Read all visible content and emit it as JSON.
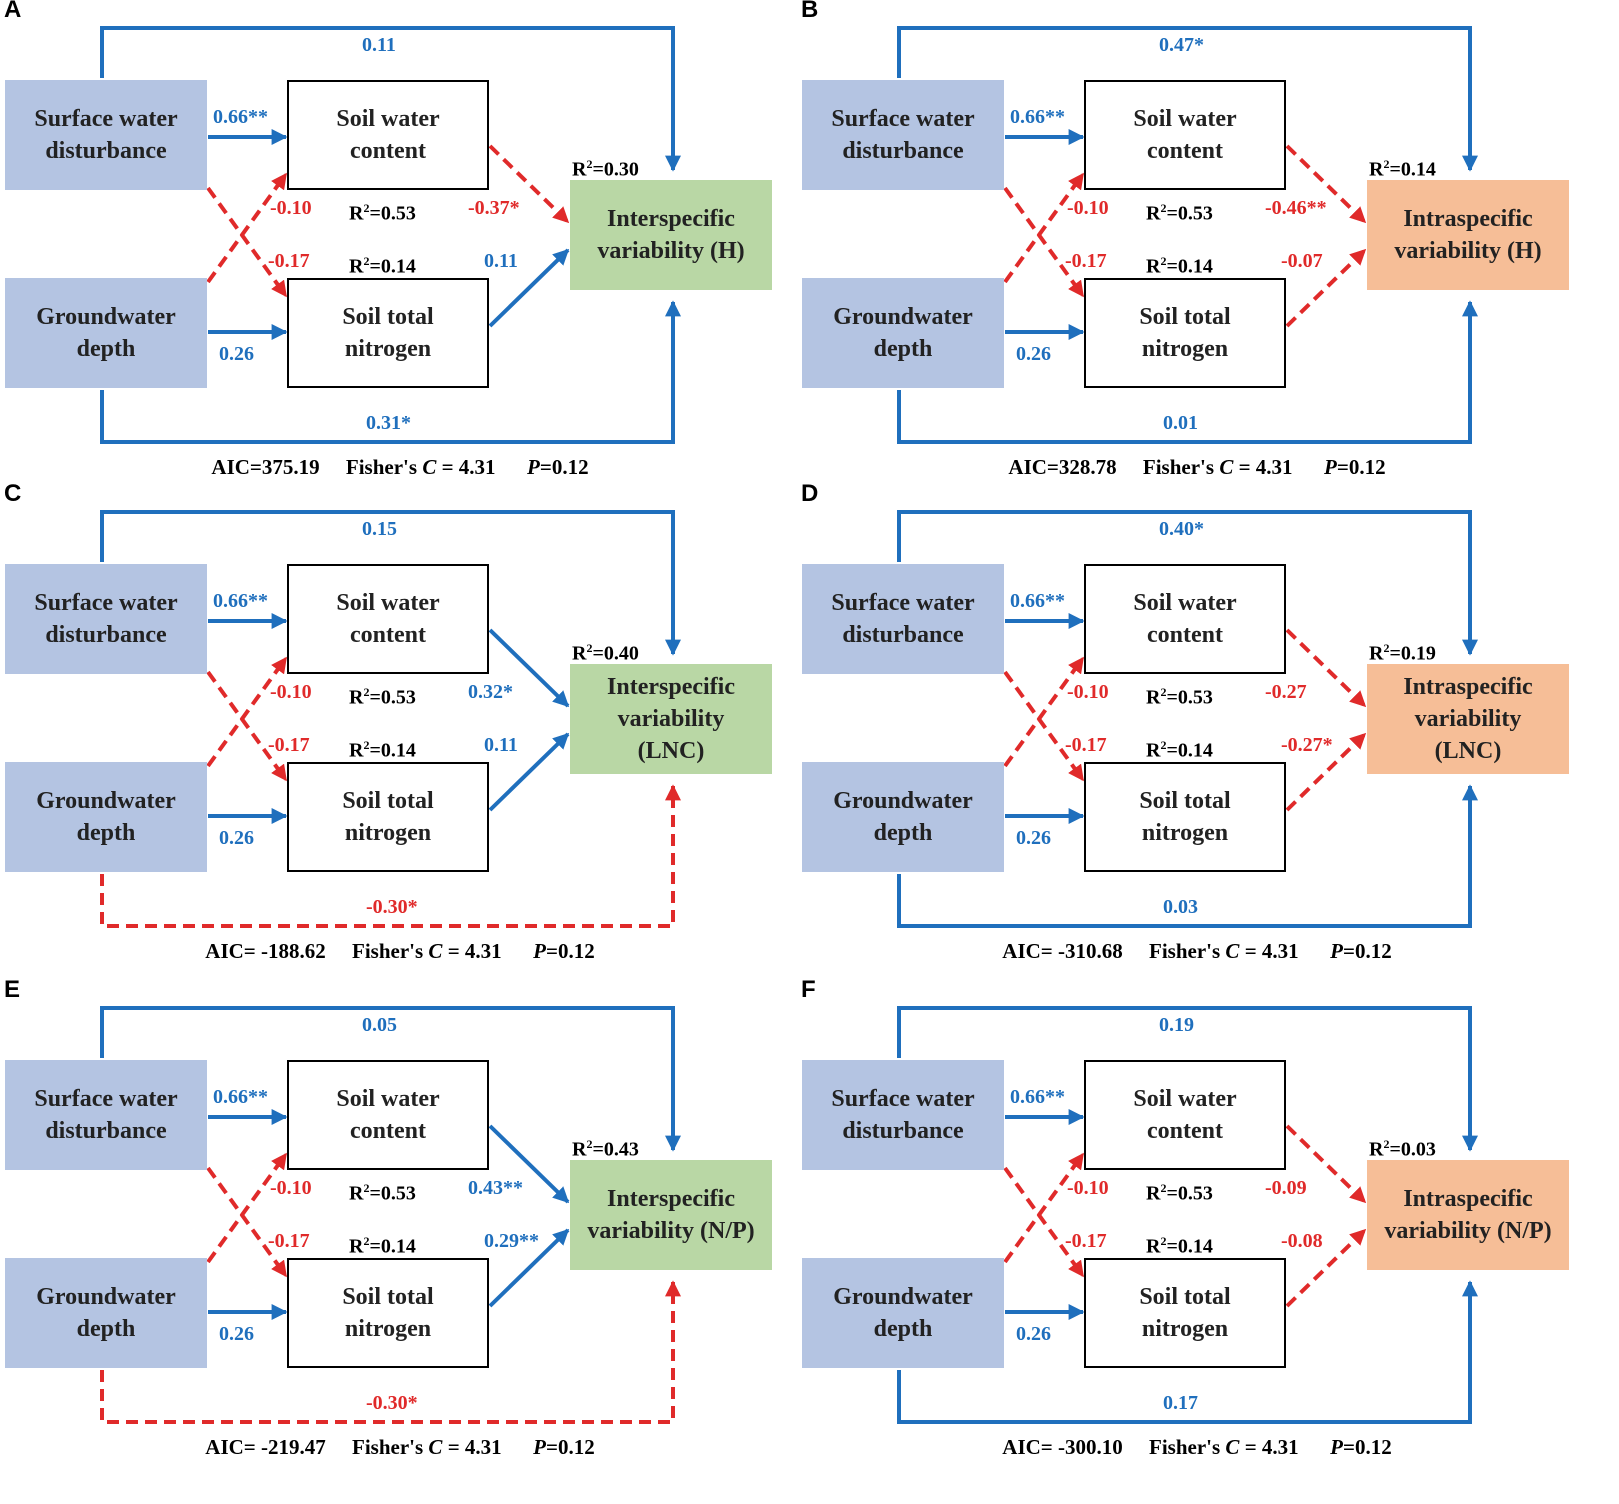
{
  "colors": {
    "positive": "#1f6fbd",
    "negative": "#e02a2a",
    "exogenous": "#b4c4e2",
    "interspecific": "#b9d7a5",
    "intraspecific": "#f6be97"
  },
  "nodes": {
    "surface": "Surface water\ndisturbance",
    "ground": "Groundwater\ndepth",
    "swc": "Soil water\ncontent",
    "stn": "Soil total\nnitrogen"
  },
  "r2_prefix": "R",
  "r2_sup": "2",
  "fisher_label": "Fisher's ",
  "fisher_c": "C",
  "p_label": "P",
  "panels": [
    {
      "label": "A",
      "kind": "inter",
      "response": "Interspecific\nvariability (H)",
      "r2_response": "=0.30",
      "r2_swc": "=0.53",
      "r2_stn": "=0.14",
      "sw_swc": "0.66**",
      "sw_stn": "-0.17",
      "gw_swc": "-0.10",
      "gw_stn": "0.26",
      "swc_resp": "-0.37*",
      "stn_resp": "0.11",
      "sw_resp": "0.11",
      "gw_resp": "0.31*",
      "aic": "AIC=375.19",
      "fisher_value": " = 4.31",
      "p_value": "=0.12"
    },
    {
      "label": "B",
      "kind": "intra",
      "response": "Intraspecific\nvariability (H)",
      "r2_response": "=0.14",
      "r2_swc": "=0.53",
      "r2_stn": "=0.14",
      "sw_swc": "0.66**",
      "sw_stn": "-0.17",
      "gw_swc": "-0.10",
      "gw_stn": "0.26",
      "swc_resp": "-0.46**",
      "stn_resp": "-0.07",
      "sw_resp": "0.47*",
      "gw_resp": "0.01",
      "aic": "AIC=328.78",
      "fisher_value": " = 4.31",
      "p_value": "=0.12"
    },
    {
      "label": "C",
      "kind": "inter",
      "response": "Interspecific\nvariability\n(LNC)",
      "r2_response": "=0.40",
      "r2_swc": "=0.53",
      "r2_stn": "=0.14",
      "sw_swc": "0.66**",
      "sw_stn": "-0.17",
      "gw_swc": "-0.10",
      "gw_stn": "0.26",
      "swc_resp": "0.32*",
      "stn_resp": "0.11",
      "sw_resp": "0.15",
      "gw_resp": "-0.30*",
      "aic": "AIC= -188.62",
      "fisher_value": " = 4.31",
      "p_value": "=0.12"
    },
    {
      "label": "D",
      "kind": "intra",
      "response": "Intraspecific\nvariability\n(LNC)",
      "r2_response": "=0.19",
      "r2_swc": "=0.53",
      "r2_stn": "=0.14",
      "sw_swc": "0.66**",
      "sw_stn": "-0.17",
      "gw_swc": "-0.10",
      "gw_stn": "0.26",
      "swc_resp": "-0.27",
      "stn_resp": "-0.27*",
      "sw_resp": "0.40*",
      "gw_resp": "0.03",
      "aic": "AIC= -310.68",
      "fisher_value": " = 4.31",
      "p_value": "=0.12"
    },
    {
      "label": "E",
      "kind": "inter",
      "response": "Interspecific\nvariability (N/P)",
      "r2_response": "=0.43",
      "r2_swc": "=0.53",
      "r2_stn": "=0.14",
      "sw_swc": "0.66**",
      "sw_stn": "-0.17",
      "gw_swc": "-0.10",
      "gw_stn": "0.26",
      "swc_resp": "0.43**",
      "stn_resp": "0.29**",
      "sw_resp": "0.05",
      "gw_resp": "-0.30*",
      "aic": "AIC= -219.47",
      "fisher_value": " = 4.31",
      "p_value": "=0.12"
    },
    {
      "label": "F",
      "kind": "intra",
      "response": "Intraspecific\nvariability (N/P)",
      "r2_response": "=0.03",
      "r2_swc": "=0.53",
      "r2_stn": "=0.14",
      "sw_swc": "0.66**",
      "sw_stn": "-0.17",
      "gw_swc": "-0.10",
      "gw_stn": "0.26",
      "swc_resp": "-0.09",
      "stn_resp": "-0.08",
      "sw_resp": "0.19",
      "gw_resp": "0.17",
      "aic": "AIC= -300.10",
      "fisher_value": " = 4.31",
      "p_value": "=0.12"
    }
  ]
}
